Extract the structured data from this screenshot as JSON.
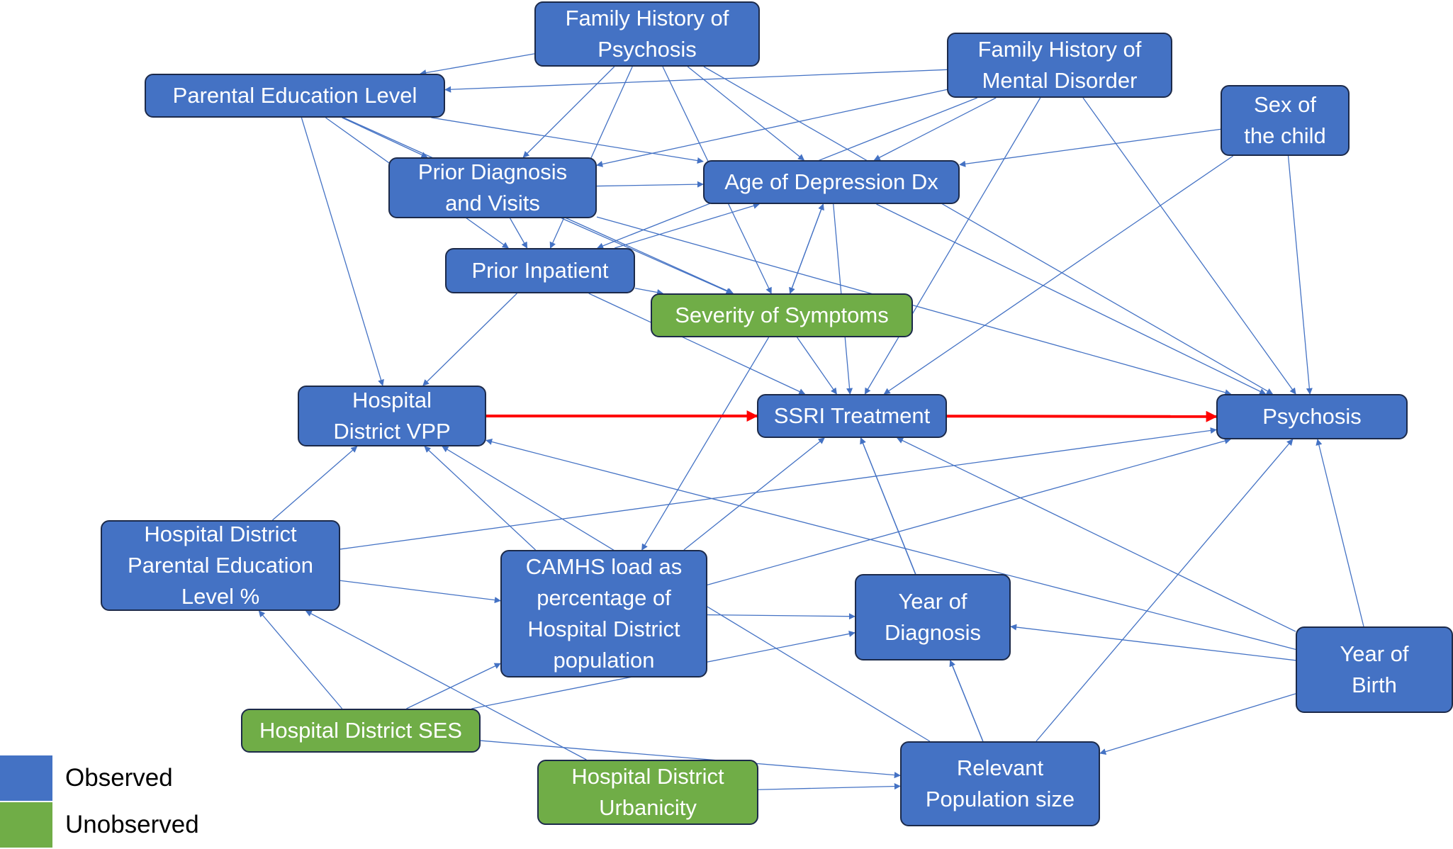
{
  "colors": {
    "observed": "#4472c4",
    "unobserved": "#70ad47",
    "edge": "#4472c4",
    "main_path": "#ff0000",
    "border": "#1c2a4a"
  },
  "nodes": {
    "fam_psychosis": {
      "label": "Family History of\nPsychosis",
      "kind": "observed"
    },
    "fam_mental": {
      "label": "Family History of\nMental Disorder",
      "kind": "observed"
    },
    "parental_edu": {
      "label": "Parental Education Level",
      "kind": "observed"
    },
    "sex": {
      "label": "Sex of\nthe child",
      "kind": "observed"
    },
    "prior_dx": {
      "label": "Prior Diagnosis\nand Visits",
      "kind": "observed"
    },
    "age_dep": {
      "label": "Age of Depression Dx",
      "kind": "observed"
    },
    "prior_inpt": {
      "label": "Prior Inpatient",
      "kind": "observed"
    },
    "severity": {
      "label": "Severity of Symptoms",
      "kind": "unobserved"
    },
    "hd_vpp": {
      "label": "Hospital\nDistrict VPP",
      "kind": "observed"
    },
    "ssri": {
      "label": "SSRI Treatment",
      "kind": "observed"
    },
    "psychosis": {
      "label": "Psychosis",
      "kind": "observed"
    },
    "hd_parent_edu": {
      "label": "Hospital District\nParental Education\nLevel %",
      "kind": "observed"
    },
    "camhs": {
      "label": "CAMHS load as\npercentage of\nHospital District\npopulation",
      "kind": "observed"
    },
    "year_dx": {
      "label": "Year of\nDiagnosis",
      "kind": "observed"
    },
    "year_birth": {
      "label": "Year of\nBirth",
      "kind": "observed"
    },
    "hd_ses": {
      "label": "Hospital District SES",
      "kind": "unobserved"
    },
    "hd_urban": {
      "label": "Hospital District\nUrbanicity",
      "kind": "unobserved"
    },
    "pop_size": {
      "label": "Relevant\nPopulation size",
      "kind": "observed"
    }
  },
  "edges": [
    [
      "fam_psychosis",
      "parental_edu"
    ],
    [
      "fam_psychosis",
      "prior_dx"
    ],
    [
      "fam_psychosis",
      "age_dep"
    ],
    [
      "fam_psychosis",
      "severity"
    ],
    [
      "fam_psychosis",
      "prior_inpt"
    ],
    [
      "fam_psychosis",
      "psychosis"
    ],
    [
      "fam_mental",
      "parental_edu"
    ],
    [
      "fam_mental",
      "prior_dx"
    ],
    [
      "fam_mental",
      "age_dep"
    ],
    [
      "fam_mental",
      "prior_inpt"
    ],
    [
      "fam_mental",
      "ssri"
    ],
    [
      "fam_mental",
      "psychosis"
    ],
    [
      "sex",
      "age_dep"
    ],
    [
      "sex",
      "ssri"
    ],
    [
      "sex",
      "psychosis"
    ],
    [
      "parental_edu",
      "prior_dx"
    ],
    [
      "parental_edu",
      "age_dep"
    ],
    [
      "parental_edu",
      "prior_inpt"
    ],
    [
      "parental_edu",
      "severity"
    ],
    [
      "parental_edu",
      "hd_vpp"
    ],
    [
      "prior_dx",
      "age_dep"
    ],
    [
      "prior_dx",
      "prior_inpt"
    ],
    [
      "prior_dx",
      "severity"
    ],
    [
      "prior_dx",
      "psychosis"
    ],
    [
      "prior_inpt",
      "age_dep"
    ],
    [
      "prior_inpt",
      "severity"
    ],
    [
      "prior_inpt",
      "ssri"
    ],
    [
      "prior_inpt",
      "hd_vpp"
    ],
    [
      "age_dep",
      "severity"
    ],
    [
      "age_dep",
      "ssri"
    ],
    [
      "age_dep",
      "psychosis"
    ],
    [
      "severity",
      "age_dep"
    ],
    [
      "severity",
      "ssri"
    ],
    [
      "severity",
      "camhs"
    ],
    [
      "hd_vpp",
      "ssri"
    ],
    [
      "ssri",
      "psychosis"
    ],
    [
      "hd_parent_edu",
      "hd_vpp"
    ],
    [
      "hd_parent_edu",
      "camhs"
    ],
    [
      "hd_parent_edu",
      "psychosis"
    ],
    [
      "camhs",
      "hd_vpp"
    ],
    [
      "camhs",
      "ssri"
    ],
    [
      "camhs",
      "year_dx"
    ],
    [
      "camhs",
      "psychosis"
    ],
    [
      "year_dx",
      "ssri"
    ],
    [
      "year_birth",
      "hd_vpp"
    ],
    [
      "year_birth",
      "ssri"
    ],
    [
      "year_birth",
      "psychosis"
    ],
    [
      "year_birth",
      "year_dx"
    ],
    [
      "year_birth",
      "pop_size"
    ],
    [
      "hd_ses",
      "hd_parent_edu"
    ],
    [
      "hd_ses",
      "camhs"
    ],
    [
      "hd_ses",
      "year_dx"
    ],
    [
      "hd_ses",
      "pop_size"
    ],
    [
      "hd_urban",
      "pop_size"
    ],
    [
      "hd_urban",
      "hd_parent_edu"
    ],
    [
      "pop_size",
      "hd_vpp"
    ],
    [
      "pop_size",
      "ssri"
    ],
    [
      "pop_size",
      "psychosis"
    ],
    [
      "pop_size",
      "year_dx"
    ]
  ],
  "main_path": [
    [
      "hd_vpp",
      "ssri"
    ],
    [
      "ssri",
      "psychosis"
    ]
  ],
  "legend": [
    {
      "label": "Observed",
      "kind": "observed"
    },
    {
      "label": "Unobserved",
      "kind": "unobserved"
    }
  ]
}
